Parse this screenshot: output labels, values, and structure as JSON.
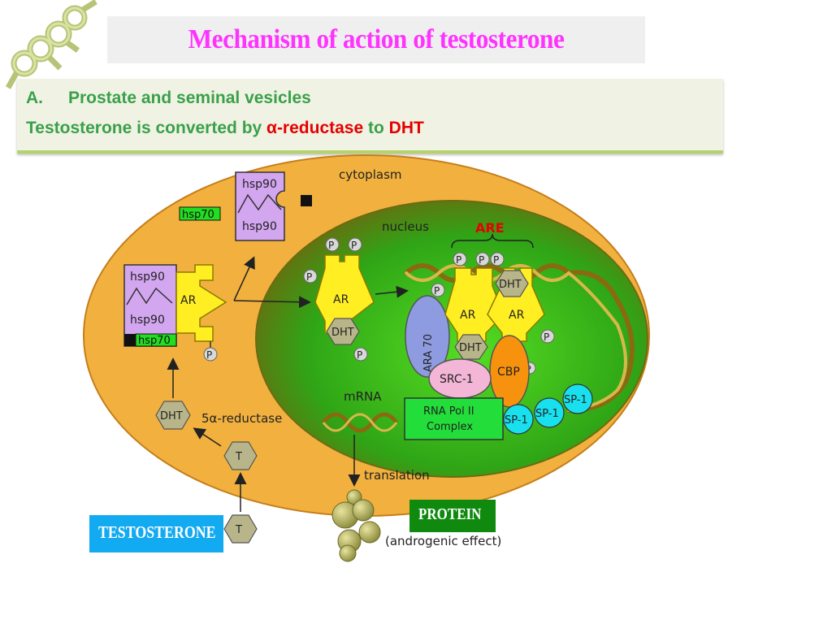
{
  "title": "Mechanism of action of testosterone",
  "subtitle": {
    "letter": "A.",
    "heading": "Prostate and seminal vesicles",
    "line2_part1": "Testosterone is converted by ",
    "line2_enzyme": "α-reductase",
    "line2_part2": " to ",
    "line2_product": "DHT"
  },
  "diagram": {
    "cytoplasm": "cytoplasm",
    "nucleus": "nucleus",
    "are": "ARE",
    "hsp90": "hsp90",
    "hsp70": "hsp70",
    "ar": "AR",
    "dht": "DHT",
    "p": "P",
    "t": "T",
    "reductase": "5α-reductase",
    "ara70": "ARA 70",
    "src1": "SRC-1",
    "cbp": "CBP",
    "sp1": "SP-1",
    "rnapol_line1": "RNA Pol II",
    "rnapol_line2": "Complex",
    "mrna": "mRNA",
    "translation": "translation",
    "androgenic": "(androgenic effect)"
  },
  "labels": {
    "testosterone": "TESTOSTERONE",
    "protein": "PROTEIN"
  },
  "colors": {
    "title": "#ff33ff",
    "subtitle_green": "#3aa04a",
    "highlight_red": "#e60000",
    "cell": "#f2b13e",
    "nucleus": "#3cb81f",
    "receptor": "#ffee22",
    "hsp90": "#d3a6f0",
    "hsp70": "#22dd22",
    "testosterone_box": "#12aaf0",
    "protein_box": "#0f8a0f"
  }
}
